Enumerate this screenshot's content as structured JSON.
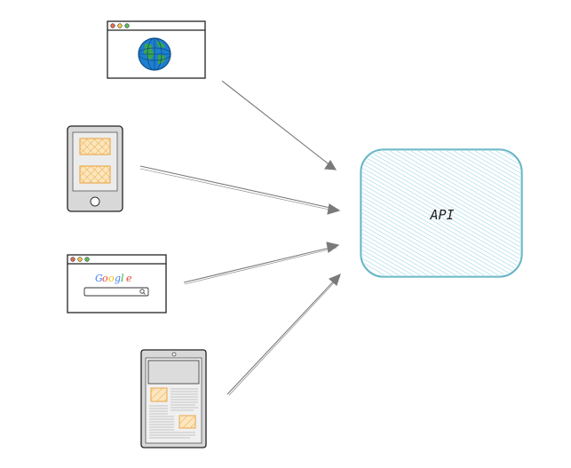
{
  "api": {
    "label": "API",
    "fill_color": "#a5d8e6",
    "stroke_color": "#5fb3c4"
  },
  "clients": [
    {
      "name": "web-browser",
      "icon": "globe-browser-icon"
    },
    {
      "name": "mobile-phone",
      "icon": "phone-icon"
    },
    {
      "name": "search-browser",
      "icon": "google-search-icon"
    },
    {
      "name": "tablet",
      "icon": "tablet-icon"
    }
  ],
  "search_logo": {
    "letters": [
      "G",
      "o",
      "o",
      "g",
      "l",
      "e"
    ]
  },
  "arrow_color": "#7a7a7a",
  "hatch_color": "#f0b04a"
}
